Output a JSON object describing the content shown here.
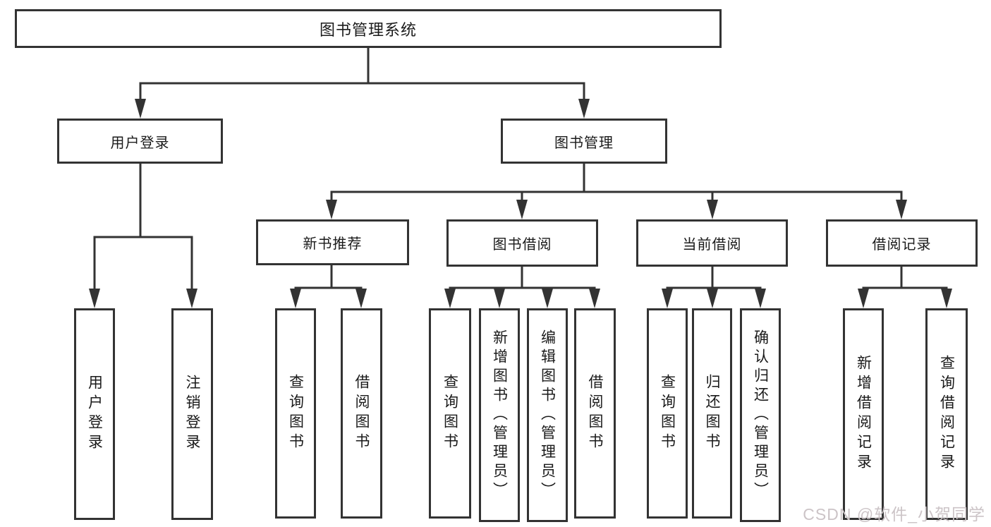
{
  "page": {
    "background": "#ffffff"
  },
  "diagram": {
    "type": "tree",
    "root": {
      "label": "图书管理系统",
      "children": [
        {
          "label": "用户登录",
          "children": [
            {
              "label": "用户登录"
            },
            {
              "label": "注销登录"
            }
          ]
        },
        {
          "label": "图书管理",
          "children": [
            {
              "label": "新书推荐",
              "children": [
                {
                  "label": "查询图书"
                },
                {
                  "label": "借阅图书"
                }
              ]
            },
            {
              "label": "图书借阅",
              "children": [
                {
                  "label": "查询图书"
                },
                {
                  "label": "新增图书（管理员）"
                },
                {
                  "label": "编辑图书（管理员）"
                },
                {
                  "label": "借阅图书"
                }
              ]
            },
            {
              "label": "当前借阅",
              "children": [
                {
                  "label": "查询图书"
                },
                {
                  "label": "归还图书"
                },
                {
                  "label": "确认归还（管理员）"
                }
              ]
            },
            {
              "label": "借阅记录",
              "children": [
                {
                  "label": "新增借阅记录"
                },
                {
                  "label": "查询借阅记录"
                }
              ]
            }
          ]
        }
      ]
    },
    "colors": {
      "line": "#333333",
      "box_border": "#333333",
      "text": "#1a1a1a",
      "background": "#ffffff"
    }
  },
  "watermark": {
    "text": "CSDN @软件_小贺同学",
    "color": "#ccc4c7"
  }
}
